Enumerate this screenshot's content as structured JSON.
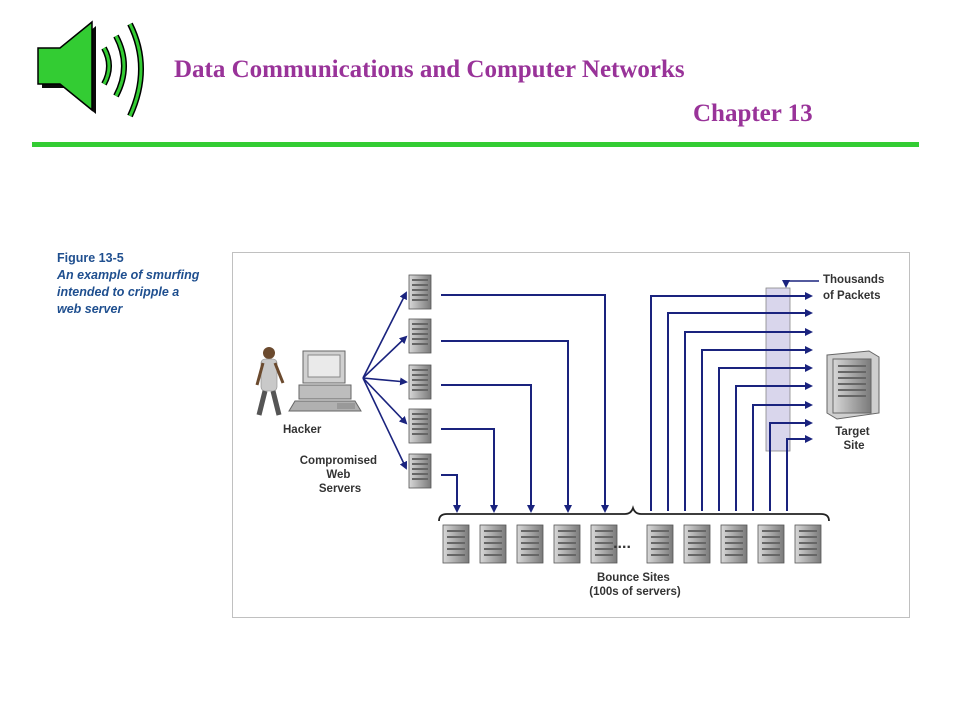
{
  "header": {
    "title": "Data Communications and Computer Networks",
    "chapter": "Chapter 13",
    "icon": "speaker-icon"
  },
  "figure": {
    "number": "Figure 13-5",
    "caption": "An example of smurfing\nintended to cripple a\nweb server",
    "labels": {
      "hacker": "Hacker",
      "compromised_1": "Compromised",
      "compromised_2": "Web",
      "compromised_3": "Servers",
      "packets_1": "Thousands",
      "packets_2": "of Packets",
      "target_1": "Target",
      "target_2": "Site",
      "bounce_1": "Bounce Sites",
      "bounce_2": "(100s of servers)",
      "ellipsis": "...."
    }
  },
  "colors": {
    "title": "#993399",
    "rule": "#33cc33",
    "caption": "#1f4f8f",
    "arrows": "#1a237e"
  }
}
